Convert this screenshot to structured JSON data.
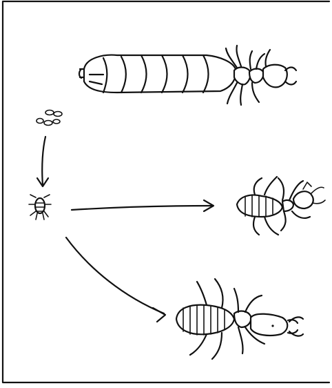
{
  "figure": {
    "stroke": "#111111",
    "background": "#ffffff",
    "elements": [
      "frame",
      "egg-cluster-icon",
      "larva-icon",
      "queen-termite-icon",
      "worker-termite-icon",
      "soldier-termite-icon",
      "arrow-eggs-to-larva",
      "arrow-larva-to-worker",
      "arrow-larva-to-soldier"
    ]
  }
}
